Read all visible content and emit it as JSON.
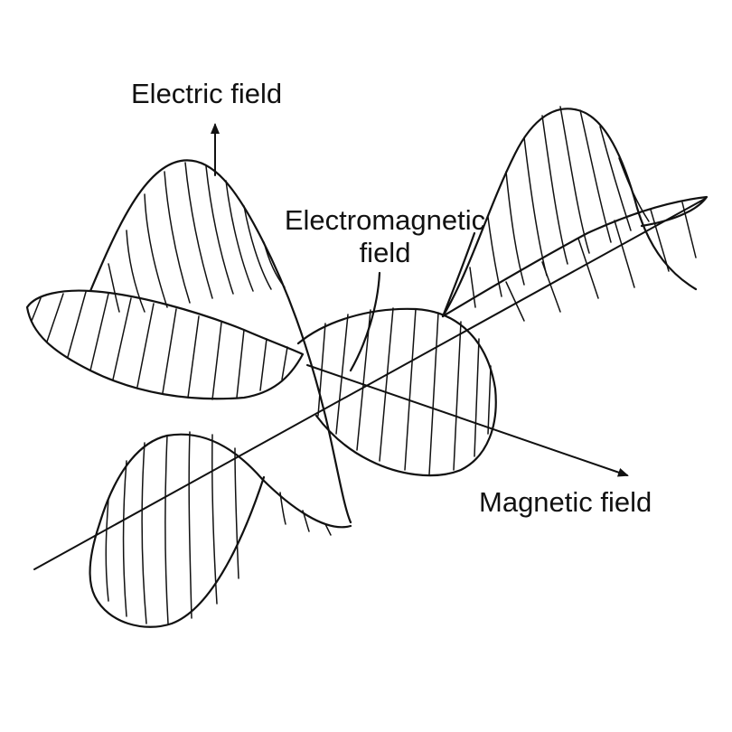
{
  "labels": {
    "electric": "Electric field",
    "em_line1": "Electromagnetic",
    "em_line2": "field",
    "magnetic": "Magnetic field"
  },
  "colors": {
    "stroke": "#111111",
    "background": "#ffffff"
  }
}
